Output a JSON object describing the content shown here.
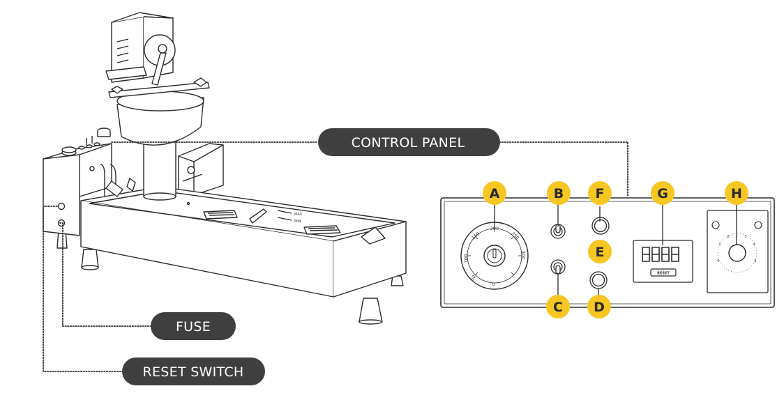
{
  "colors": {
    "line": "#2b2b2b",
    "pill_bg": "#3f3f3f",
    "pill_text": "#ffffff",
    "marker_fill": "#f6c622",
    "marker_text": "#2a2a2a"
  },
  "callouts": {
    "control_panel": "CONTROL PANEL",
    "fuse": "FUSE",
    "reset_switch": "RESET SWITCH"
  },
  "markers": {
    "a": "A",
    "b": "B",
    "c": "C",
    "d": "D",
    "e": "E",
    "f": "F",
    "g": "G",
    "h": "H"
  },
  "panel": {
    "dial_ticks": [
      "0",
      "50",
      "100",
      "150",
      "200",
      "250",
      "300"
    ],
    "reset_label": "RESET",
    "knob_ticks": [
      "0",
      "1",
      "2",
      "3",
      "4",
      "5"
    ]
  },
  "machine": {
    "level_max": "MAX",
    "level_min": "MIN"
  }
}
